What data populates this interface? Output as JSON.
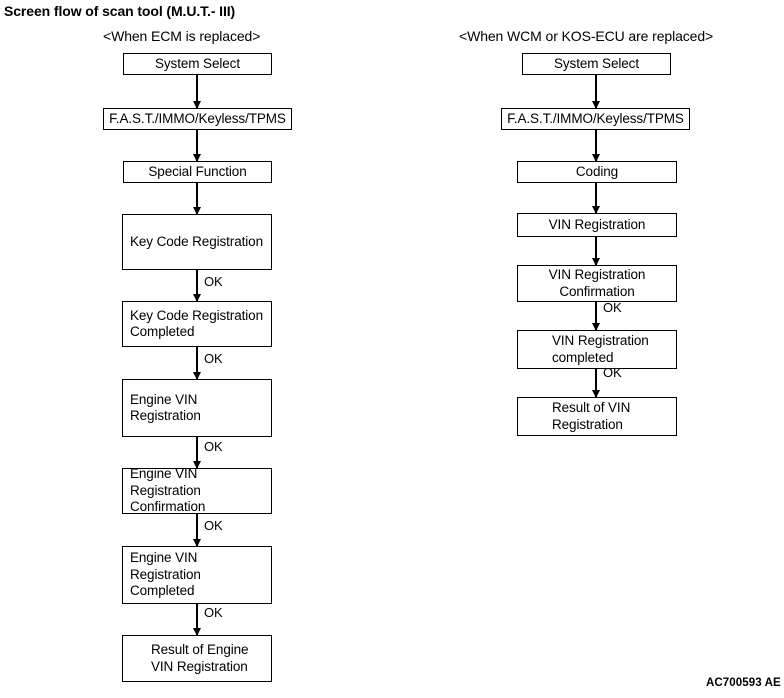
{
  "title": "Screen flow of scan tool (M.U.T.- III)",
  "footer_code": "AC700593 AE",
  "columns": [
    {
      "header": "<When ECM is replaced>",
      "nodes": [
        {
          "label": "System Select"
        },
        {
          "label": "F.A.S.T./IMMO/Keyless/TPMS"
        },
        {
          "label": "Special Function"
        },
        {
          "label": "Key Code Registration"
        },
        {
          "label": "Key Code Registration\nCompleted"
        },
        {
          "label": "Engine VIN Registration"
        },
        {
          "label": "Engine VIN Registration\nConfirmation"
        },
        {
          "label": "Engine VIN Registration\nCompleted"
        },
        {
          "label": "Result of Engine\nVIN Registration"
        }
      ],
      "connector_labels": [
        "",
        "",
        "",
        "OK",
        "OK",
        "OK",
        "OK",
        "OK"
      ]
    },
    {
      "header": "<When WCM or KOS-ECU are replaced>",
      "nodes": [
        {
          "label": "System Select"
        },
        {
          "label": "F.A.S.T./IMMO/Keyless/TPMS"
        },
        {
          "label": "Coding"
        },
        {
          "label": "VIN Registration"
        },
        {
          "label": "VIN Registration\nConfirmation"
        },
        {
          "label": "VIN Registration\ncompleted"
        },
        {
          "label": "Result of VIN\nRegistration"
        }
      ],
      "connector_labels": [
        "",
        "",
        "",
        "",
        "OK",
        "OK"
      ]
    }
  ]
}
